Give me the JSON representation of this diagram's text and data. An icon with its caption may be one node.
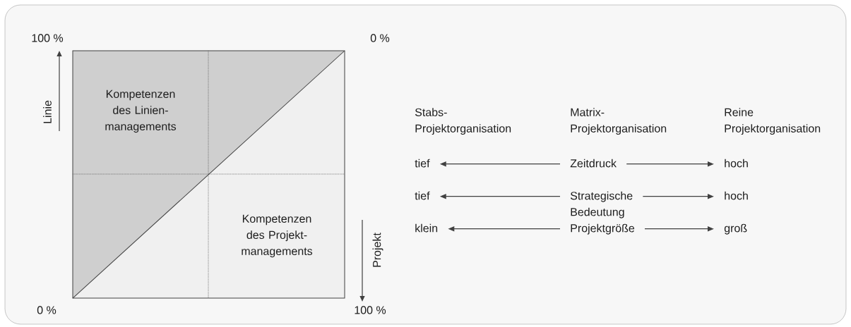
{
  "diagram": {
    "nodes": [
      {
        "text": [
          "Zeitdruck"
        ]
      },
      {
        "text": [
          "tief"
        ]
      },
      {
        "text": [
          "hoch"
        ]
      },
      {
        "text": [
          "Strategische Bedeutung"
        ]
      },
      {
        "text": [
          "tief"
        ]
      },
      {
        "text": [
          "hoch"
        ]
      },
      {
        "text": [
          "Projektgröße"
        ]
      },
      {
        "text": [
          "klein"
        ]
      },
      {
        "text": [
          "groß"
        ]
      }
    ],
    "edges": [
      {
        "from": 0,
        "to": 1,
        "arrow": "to"
      },
      {
        "from": 0,
        "to": 2,
        "arrow": "to"
      },
      {
        "from": 3,
        "to": 4,
        "arrow": "to"
      },
      {
        "from": 3,
        "to": 5,
        "arrow": "to"
      },
      {
        "from": 6,
        "to": 7,
        "arrow": "to"
      },
      {
        "from": 6,
        "to": 8,
        "arrow": "to"
      }
    ],
    "labels": [
      "100 %",
      "0 %",
      "Linie",
      "Kompetenzen des Linien- managements",
      "Kompetenzen des Projekt- managements",
      "Projekt",
      "0 %",
      "100 %",
      "Stabs- Projektorganisation",
      "Matrix- Projektorganisation",
      "Reine Projektorganisation"
    ]
  }
}
